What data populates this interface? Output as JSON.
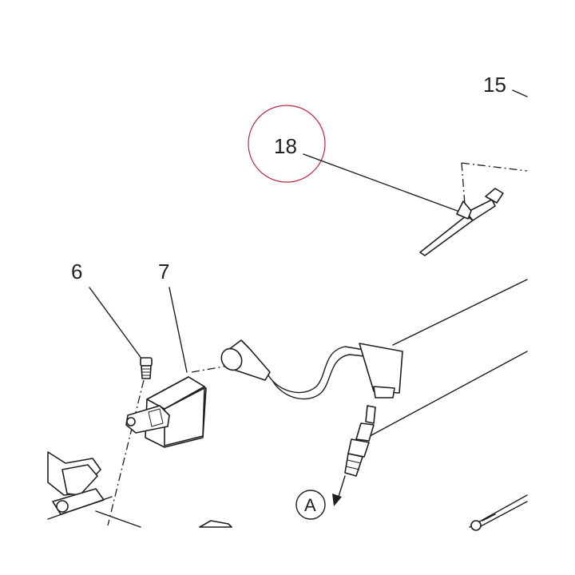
{
  "callouts": {
    "part_15": "15",
    "part_18": "18",
    "part_6": "6",
    "part_7": "7",
    "view_a": "A"
  },
  "highlight": {
    "color": "#b8283a"
  }
}
